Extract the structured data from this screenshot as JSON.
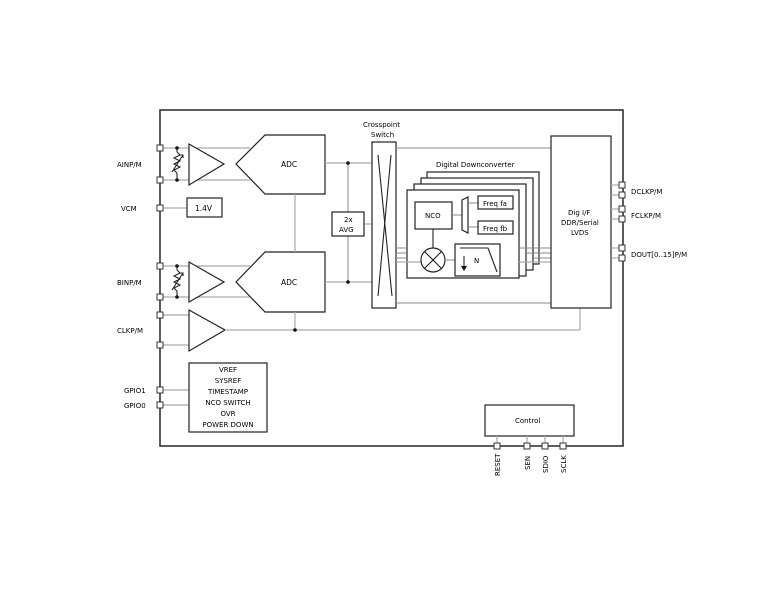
{
  "diagram": {
    "title": "ADC block diagram",
    "left_pins": {
      "ain": "AINP/M",
      "vcm": "VCM",
      "bin": "BINP/M",
      "clk": "CLKP/M",
      "gpio1": "GPIO1",
      "gpio0": "GPIO0"
    },
    "right_pins": {
      "dclk": "DCLKP/M",
      "fclk": "FCLKP/M",
      "dout": "DOUT[0..15]P/M"
    },
    "bottom_pins": [
      "RESET",
      "SEN",
      "SDIO",
      "SCLK"
    ],
    "blocks": {
      "adc_a": "ADC",
      "adc_b": "ADC",
      "vref_value": "1.4V",
      "avg_line1": "2x",
      "avg_line2": "AVG",
      "crosspoint_line1": "Crosspoint",
      "crosspoint_line2": "Switch",
      "ddc_title": "Digital Downconverter",
      "nco": "NCO",
      "freq_a": "Freq fa",
      "freq_b": "Freq fb",
      "decimation": "N",
      "digif_line1": "Dig I/F",
      "digif_line2": "DDR/Serial",
      "digif_line3": "LVDS",
      "control": "Control"
    },
    "gpio_functions": [
      "VREF",
      "SYSREF",
      "TIMESTAMP",
      "NCO SWITCH",
      "OVR",
      "POWER DOWN"
    ]
  }
}
